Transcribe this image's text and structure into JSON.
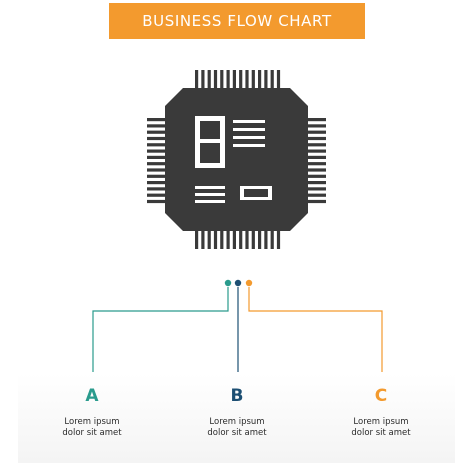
{
  "title": "BUSINESS FLOW CHART",
  "icon": "cpu-chip-icon",
  "colors": {
    "banner": "#f39a2e",
    "icon": "#3a3a3a",
    "step_a": "#2a9b8d",
    "step_b": "#1d4f73",
    "step_c": "#f39a2e"
  },
  "steps": [
    {
      "letter": "A",
      "line1": "Lorem ipsum",
      "line2": "dolor sit amet"
    },
    {
      "letter": "B",
      "line1": "Lorem ipsum",
      "line2": "dolor sit amet"
    },
    {
      "letter": "C",
      "line1": "Lorem ipsum",
      "line2": "dolor sit amet"
    }
  ]
}
